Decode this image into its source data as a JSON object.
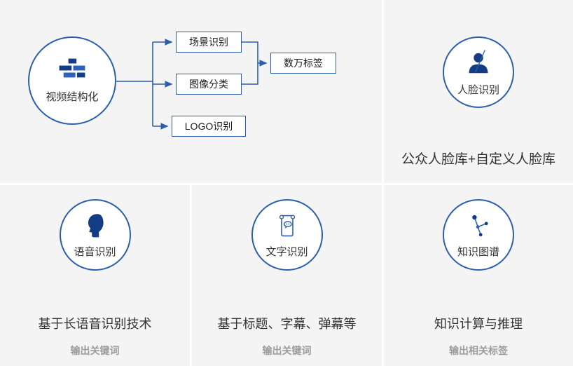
{
  "colors": {
    "accent": "#2b5fae",
    "icon_dark": "#123c86",
    "icon_blue": "#2d62b8",
    "panel_bg": "#f4f4f4",
    "text_dark": "#333333",
    "text_gray": "#9c9c9c"
  },
  "panels": {
    "video": {
      "circle_label": "视频结构化",
      "nodes": {
        "scene": "场景识别",
        "image": "图像分类",
        "logo": "LOGO识别",
        "tags": "数万标签"
      }
    },
    "face": {
      "circle_label": "人脸识别",
      "caption": "公众人脸库+自定义人脸库"
    },
    "speech": {
      "circle_label": "语音识别",
      "caption": "基于长语音识别技术",
      "subcaption": "输出关键词"
    },
    "ocr": {
      "circle_label": "文字识别",
      "caption": "基于标题、字幕、弹幕等",
      "subcaption": "输出关键词"
    },
    "kg": {
      "circle_label": "知识图谱",
      "caption": "知识计算与推理",
      "subcaption": "输出相关标签"
    }
  }
}
